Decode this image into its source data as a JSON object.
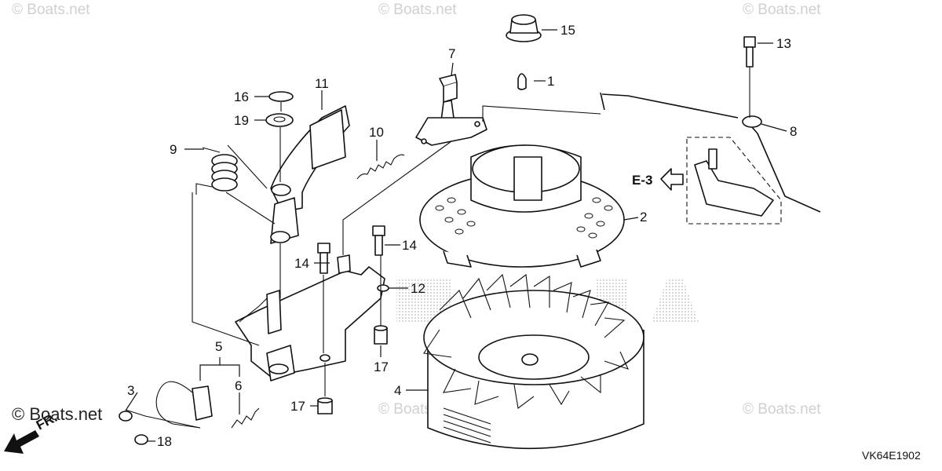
{
  "watermark": "© Boats.net",
  "watermark_main": "© Boats.net",
  "figure_code": "VK64E1902",
  "ref_label": "E-3",
  "direction_label": "FR.",
  "callouts": {
    "c1": "1",
    "c2": "2",
    "c3": "3",
    "c4": "4",
    "c5": "5",
    "c6": "6",
    "c7": "7",
    "c8": "8",
    "c9": "9",
    "c10": "10",
    "c11": "11",
    "c12": "12",
    "c13": "13",
    "c14a": "14",
    "c14b": "14",
    "c15": "15",
    "c16": "16",
    "c17a": "17",
    "c17b": "17",
    "c18": "18",
    "c19": "19"
  }
}
